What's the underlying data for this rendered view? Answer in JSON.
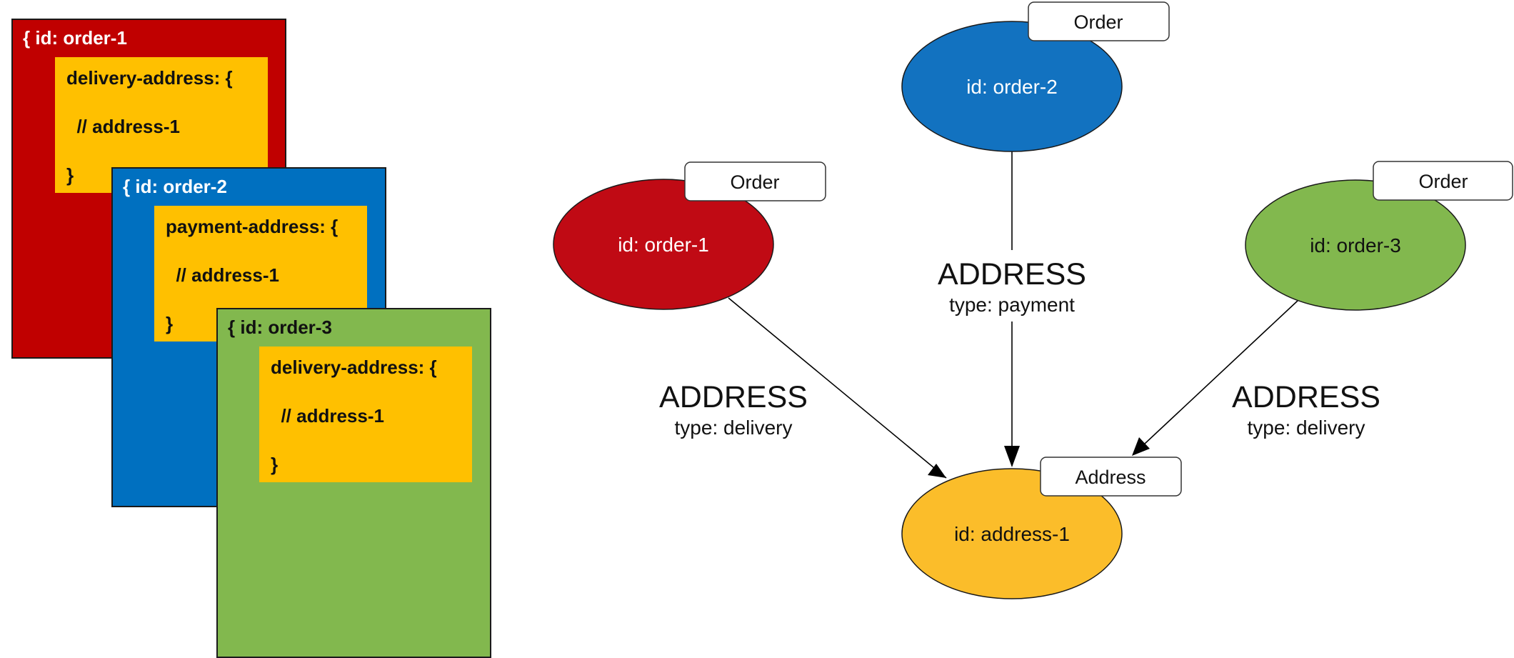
{
  "colors": {
    "order1": "#c00000",
    "order2": "#0070c0",
    "order3": "#82b84e",
    "inner": "#ffc000",
    "address_node": "#fbbd2a",
    "order1_node": "#c00a14",
    "order2_node": "#1272c0"
  },
  "documents": [
    {
      "title": "{ id: order-1",
      "lines": [
        "delivery-address: {",
        "  // address-1",
        "}"
      ]
    },
    {
      "title": "{ id: order-2",
      "lines": [
        "payment-address: {",
        "  // address-1",
        "}"
      ]
    },
    {
      "title": "{ id: order-3",
      "lines": [
        "delivery-address: {",
        "  // address-1",
        "}"
      ]
    }
  ],
  "graph": {
    "nodes": {
      "order1": {
        "text": "id: order-1",
        "label": "Order"
      },
      "order2": {
        "text": "id: order-2",
        "label": "Order"
      },
      "order3": {
        "text": "id: order-3",
        "label": "Order"
      },
      "address1": {
        "text": "id: address-1",
        "label": "Address"
      }
    },
    "edges": {
      "order1": {
        "type": "ADDRESS",
        "prop": "type: delivery"
      },
      "order2": {
        "type": "ADDRESS",
        "prop": "type: payment"
      },
      "order3": {
        "type": "ADDRESS",
        "prop": "type: delivery"
      }
    }
  }
}
